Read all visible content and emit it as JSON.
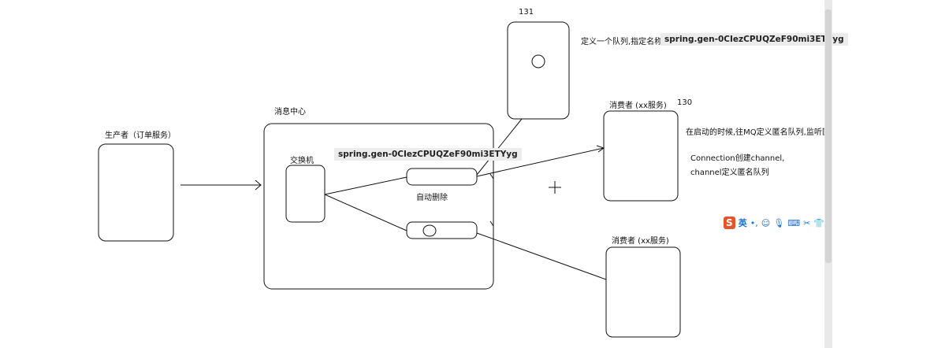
{
  "labels": {
    "producer": "生产者（订单服务）",
    "message_center": "消息中心",
    "exchange": "交换机",
    "auto_delete": "自动删除",
    "consumer_a": "消费者 (xx服务)",
    "consumer_b": "消费者 (xx服务)",
    "num_131": "131",
    "num_130": "130",
    "define_queue": "定义一个队列,指定名称",
    "startup_note": "在启动的时候,往MQ定义匿名队列,监听匿名",
    "connection_note": "Connection创建channel,",
    "channel_note": "channel定义匿名队列"
  },
  "tags": {
    "queue_name_top": "spring.gen-0CIezCPUQZeF90mi3ETYyg",
    "queue_name_center": "spring.gen-0CIezCPUQZeF90mi3ETYyg"
  },
  "ime_toolbar": {
    "logo": "S",
    "lang": "英",
    "icons": [
      "punctuation-icon",
      "emoji-icon",
      "mic-icon",
      "keyboard-icon",
      "tools-icon",
      "skin-icon"
    ]
  },
  "colors": {
    "stroke": "#111111",
    "tag_bg": "#ececec",
    "ime_accent": "#1d6fd1",
    "ime_logo": "#e8542a"
  }
}
